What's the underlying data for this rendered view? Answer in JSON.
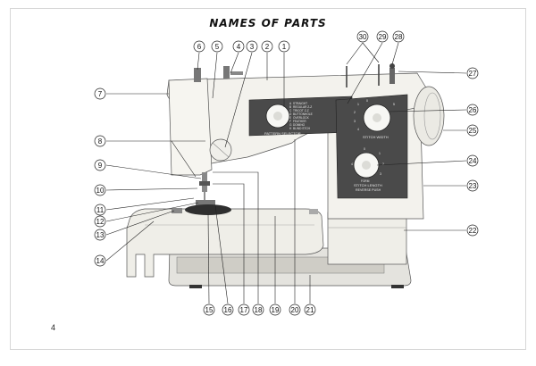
{
  "document": {
    "title": "NAMES OF PARTS",
    "page_number": "4"
  },
  "machine_labels": {
    "pattern_selector": "PATTERN SELECTOR",
    "stitch_width": "STITCH WIDTH",
    "stitch_length_line1": "STITCH LENGTH",
    "stitch_length_line2": "REVERSE PUSH",
    "stitch_length_top": "FORM",
    "pattern_list": [
      "STRAIGHT",
      "REGULAR Z-Z",
      "TRICOT Z-Z",
      "BUTTONHOLE",
      "OVERLOCK",
      "FEATHER",
      "DOMINO",
      "BLIND STCH"
    ],
    "pattern_letters": [
      "A",
      "B",
      "C",
      "D",
      "E",
      "F",
      "G",
      "H"
    ],
    "width_dial_digits": [
      "0",
      "1",
      "2",
      "3",
      "4",
      "5"
    ],
    "length_dial_digits": [
      "0",
      "1",
      "2",
      "3",
      "4"
    ]
  },
  "callouts": [
    "1",
    "2",
    "3",
    "4",
    "5",
    "6",
    "7",
    "8",
    "9",
    "10",
    "11",
    "12",
    "13",
    "14",
    "15",
    "16",
    "17",
    "18",
    "19",
    "20",
    "21",
    "22",
    "23",
    "24",
    "25",
    "26",
    "27",
    "28",
    "29",
    "30"
  ],
  "colors": {
    "machine_body": "#f2f1ec",
    "machine_shadow": "#d9d8d2",
    "panel": "#4a4a4a",
    "dial": "#f7f7f4",
    "line": "#222222"
  }
}
